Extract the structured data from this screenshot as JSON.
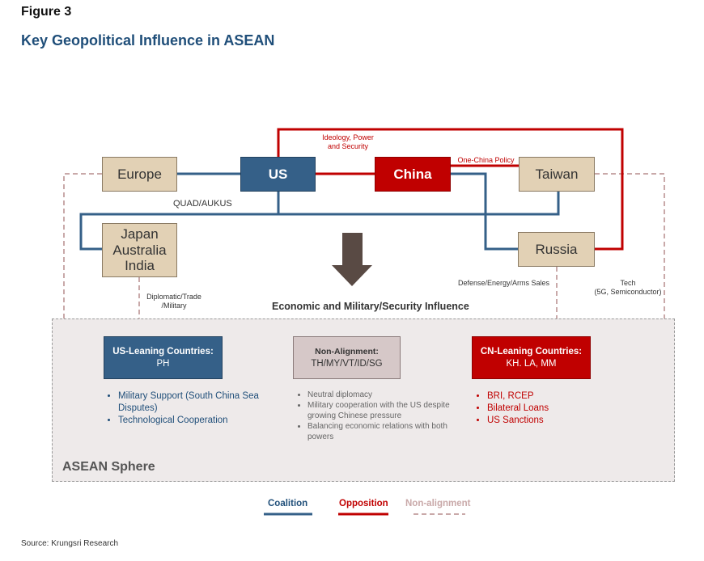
{
  "figure_label": "Figure 3",
  "title": "Key Geopolitical Influence in ASEAN",
  "nodes": {
    "europe": "Europe",
    "us": "US",
    "china": "China",
    "taiwan": "Taiwan",
    "japan_lines": [
      "Japan",
      "Australia",
      "India"
    ],
    "russia": "Russia"
  },
  "edge_labels": {
    "ideology": [
      "Ideology, Power",
      "and Security"
    ],
    "one_china": "One-China Policy",
    "quad": "QUAD/AUKUS",
    "diplomatic": [
      "Diplomatic/Trade",
      "/Military"
    ],
    "defense": "Defense/Energy/Arms Sales",
    "tech": [
      "Tech",
      "(5G, Semiconductor)"
    ]
  },
  "influence_label": "Economic and Military/Security Influence",
  "sphere_label": "ASEAN Sphere",
  "groups": {
    "us": {
      "title": "US-Leaning Countries:",
      "value": "PH",
      "bullets": [
        "Military Support (South China Sea Disputes)",
        "Technological Cooperation"
      ]
    },
    "na": {
      "title": "Non-Alignment:",
      "value": "TH/MY/VT/ID/SG",
      "bullets": [
        "Neutral diplomacy",
        "Military  cooperation with the US despite growing Chinese pressure",
        "Balancing economic relations with both powers"
      ]
    },
    "cn": {
      "title": "CN-Leaning Countries:",
      "value": "KH. LA, MM",
      "bullets": [
        "BRI, RCEP",
        "Bilateral Loans",
        "US Sanctions"
      ]
    }
  },
  "legend": {
    "coalition": "Coalition",
    "opposition": "Opposition",
    "non_alignment": "Non-alignment"
  },
  "colors": {
    "coalition": "#356088",
    "opposition": "#c00000",
    "non_alignment": "#c9a9a9",
    "node_fill": "#e2d1b5",
    "arrow": "#594a44"
  },
  "source": "Source: Krungsri Research"
}
